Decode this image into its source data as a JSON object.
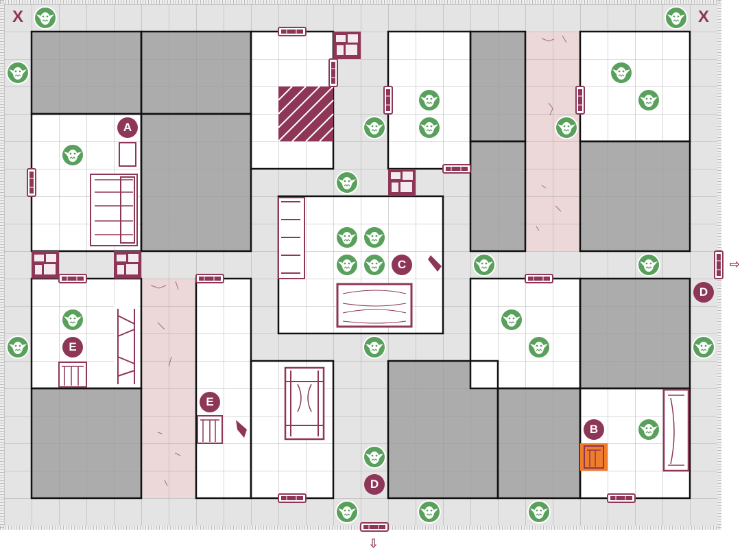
{
  "title": "",
  "colors": {
    "corridor": "#e4e4e4",
    "room_floor": "#ffffff",
    "blocked": "#acacac",
    "wall": "#111111",
    "accent": "#8e3657",
    "monster": "#58a05c",
    "corridor_path": "#ecd8d8",
    "highlight": "#f07d2a"
  },
  "start_marker": "X",
  "labels": {
    "a": "A",
    "b": "B",
    "c": "C",
    "d": "D",
    "e": "E"
  },
  "exit_arrow": "arrow-icon",
  "monster_icon": "orc-head-icon",
  "door_icon": "door-icon",
  "furniture_icons": [
    "rubble-icon",
    "stairs-icon",
    "chest-icon",
    "treasure-chest-icon",
    "table-icon",
    "bookcase-icon",
    "weapon-rack-icon",
    "torture-rack-icon",
    "tomb-icon",
    "fireplace-icon",
    "trap-icon"
  ]
}
